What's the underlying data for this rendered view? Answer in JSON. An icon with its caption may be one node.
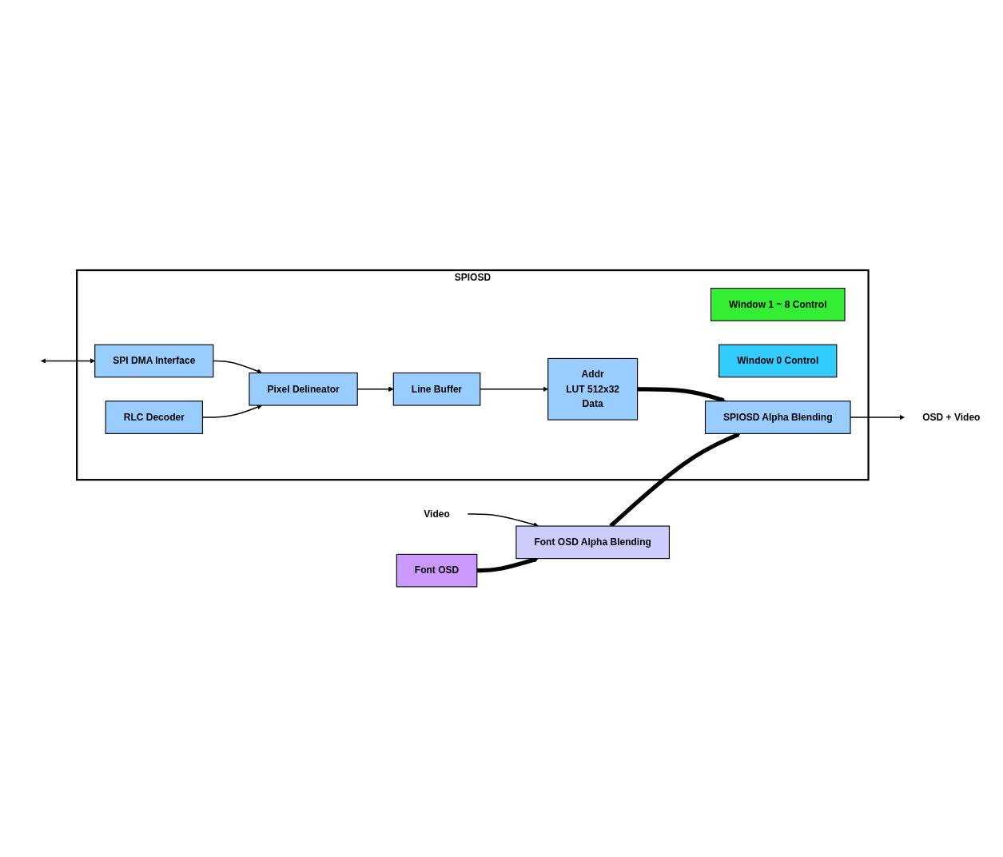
{
  "diagram": {
    "nodes": [
      {
        "text": [
          "SPIOSD"
        ]
      },
      {
        "text": [
          "SPI DMA Interface"
        ],
        "in": 0
      },
      {
        "text": [
          "RLC Decoder"
        ],
        "in": 0
      },
      {
        "text": [
          "Window 1 ~ 8 Control"
        ],
        "in": 0
      },
      {
        "text": [
          "Pixel Delineator"
        ],
        "in": 0
      },
      {
        "text": [
          "Window 0 Control"
        ],
        "in": 0
      },
      {
        "text": [
          "Line Buffer"
        ],
        "in": 0
      },
      {
        "text": [
          "Addr",
          "LUT 512x32",
          "Data"
        ],
        "in": 0
      },
      {
        "text": [
          "SPIOSD Alpha Blending"
        ],
        "in": 0
      },
      {
        "text": [
          "Font OSD Alpha Blending"
        ]
      },
      {
        "text": [
          "Font OSD"
        ]
      },
      {
        "text": [
          "Video"
        ]
      },
      {
        "text": [
          "OSD + Video"
        ]
      }
    ],
    "edges": [
      {
        "from": null,
        "to": 1,
        "arrow": "both"
      },
      {
        "from": 1,
        "to": 4,
        "arrow": "to"
      },
      {
        "from": 2,
        "to": 4,
        "arrow": "to"
      },
      {
        "from": 4,
        "to": 6,
        "arrow": "to"
      },
      {
        "from": 6,
        "to": 7,
        "arrow": "to"
      },
      {
        "from": 7,
        "to": 8,
        "arrow": "to",
        "style": "thick"
      },
      {
        "from": 11,
        "to": 9,
        "arrow": "to"
      },
      {
        "from": 10,
        "to": 9,
        "arrow": "to",
        "style": "thick"
      },
      {
        "from": 9,
        "to": 8,
        "arrow": "to",
        "style": "thick"
      },
      {
        "from": 8,
        "to": 12,
        "arrow": "to"
      }
    ]
  }
}
